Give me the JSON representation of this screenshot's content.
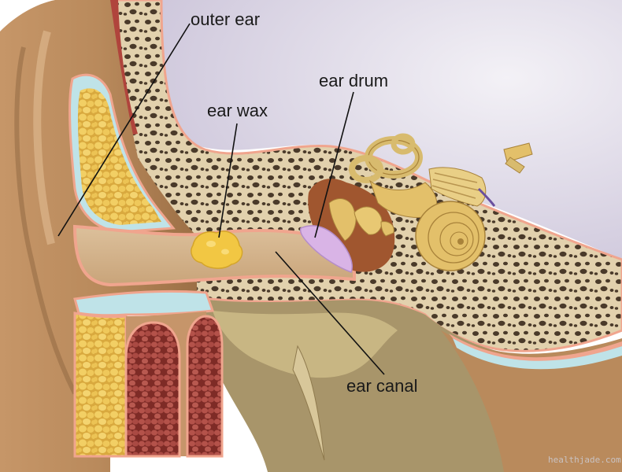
{
  "labels": {
    "outer_ear": "outer ear",
    "ear_wax": "ear wax",
    "ear_drum": "ear drum",
    "ear_canal": "ear canal"
  },
  "watermark": "healthjade.com",
  "colors": {
    "skin": "#b98a5c",
    "skin_light": "#d9b38a",
    "bone": "#e2d1ad",
    "bone_pores": "#4a3a2a",
    "fat": "#e8c35a",
    "cartilage": "#bfe3e8",
    "muscle": "#b0443c",
    "canal": "#d6b48f",
    "wax": "#f2c743",
    "eardrum": "#d9b4e6",
    "ossicles": "#e3c06a",
    "brain_area": "#d8d3e2",
    "pink_edge": "#f0a58e"
  },
  "icons": [
    "cochlea-icon",
    "ossicles-icon"
  ]
}
